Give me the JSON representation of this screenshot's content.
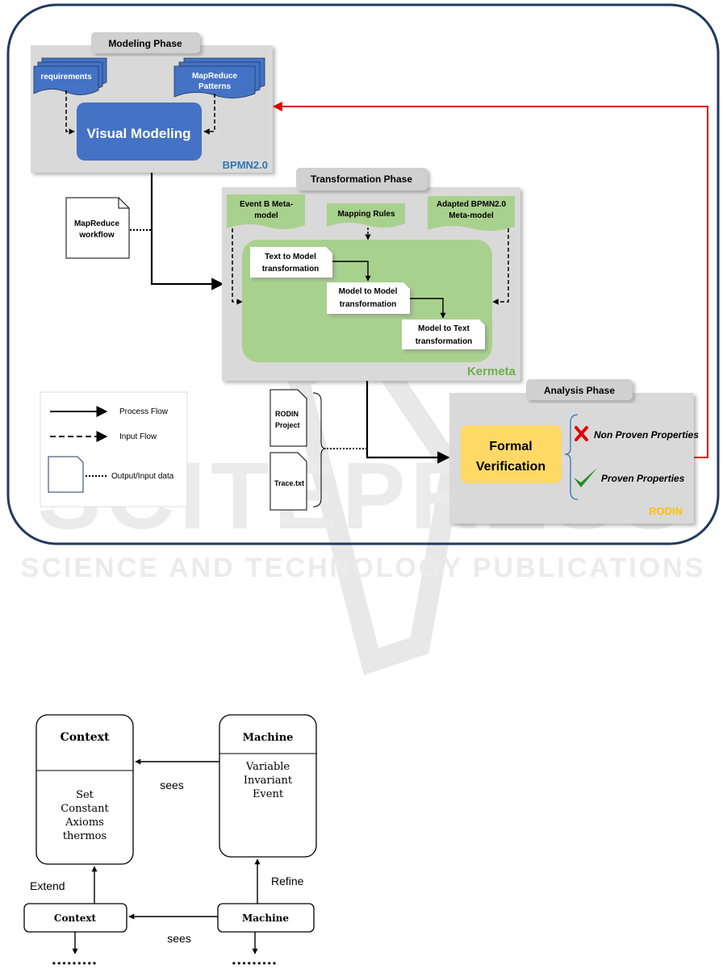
{
  "colors": {
    "frame_border": "#1f3a5f",
    "phase_bg": "#d9d9d9",
    "phase_tab": "#d0d0d0",
    "visual_blue": "#4472c4",
    "doc_blue": "#4472c4",
    "green_light": "#a9d18e",
    "formal_yellow": "#ffd966",
    "bpmn_text": "#2e75b6",
    "kermeta_text": "#70ad47",
    "rodin_text": "#ffc000",
    "red_arrow": "#e00000",
    "check_green": "#1e8b1e",
    "cross_red": "#e00000",
    "watermark": "#d9d9d9"
  },
  "watermark": {
    "main": "SCITEPRESS",
    "sub": "SCIENCE AND TECHNOLOGY PUBLICATIONS"
  },
  "modeling": {
    "tab": "Modeling Phase",
    "doc1": "requirements",
    "doc2_line1": "MapReduce",
    "doc2_line2": "Patterns",
    "visual": "Visual Modeling",
    "badge": "BPMN2.0"
  },
  "mapreduce_doc": {
    "line1": "MapReduce",
    "line2": "workflow"
  },
  "transformation": {
    "tab": "Transformation Phase",
    "input1_line1": "Event B Meta-",
    "input1_line2": "model",
    "input2": "Mapping Rules",
    "input3_line1": "Adapted BPMN2.0",
    "input3_line2": "Meta-model",
    "step1_line1": "Text to Model",
    "step1_line2": "transformation",
    "step2_line1": "Model to Model",
    "step2_line2": "transformation",
    "step3_line1": "Model to Text",
    "step3_line2": "transformation",
    "badge": "Kermeta"
  },
  "legend": {
    "process": "Process Flow",
    "input": "Input Flow",
    "output": "Output/Input data"
  },
  "outputs": {
    "doc1_line1": "RODIN",
    "doc1_line2": "Project",
    "doc2": "Trace.txt"
  },
  "analysis": {
    "tab": "Analysis Phase",
    "formal_line1": "Formal",
    "formal_line2": "Verification",
    "non_proven": "Non Proven Properties",
    "proven": "Proven Properties",
    "badge": "RODIN"
  },
  "eventb": {
    "context_top": "Context",
    "context_body": [
      "Set",
      "Constant",
      "Axioms",
      "thermos"
    ],
    "machine_top": "Machine",
    "machine_body": [
      "Variable",
      "Invariant",
      "Event"
    ],
    "sees_top": "sees",
    "sees_bottom": "sees",
    "extend": "Extend",
    "refine": "Refine",
    "context_bottom": "Context",
    "machine_bottom": "Machine",
    "dots_left": "·········",
    "dots_right": "·········"
  }
}
